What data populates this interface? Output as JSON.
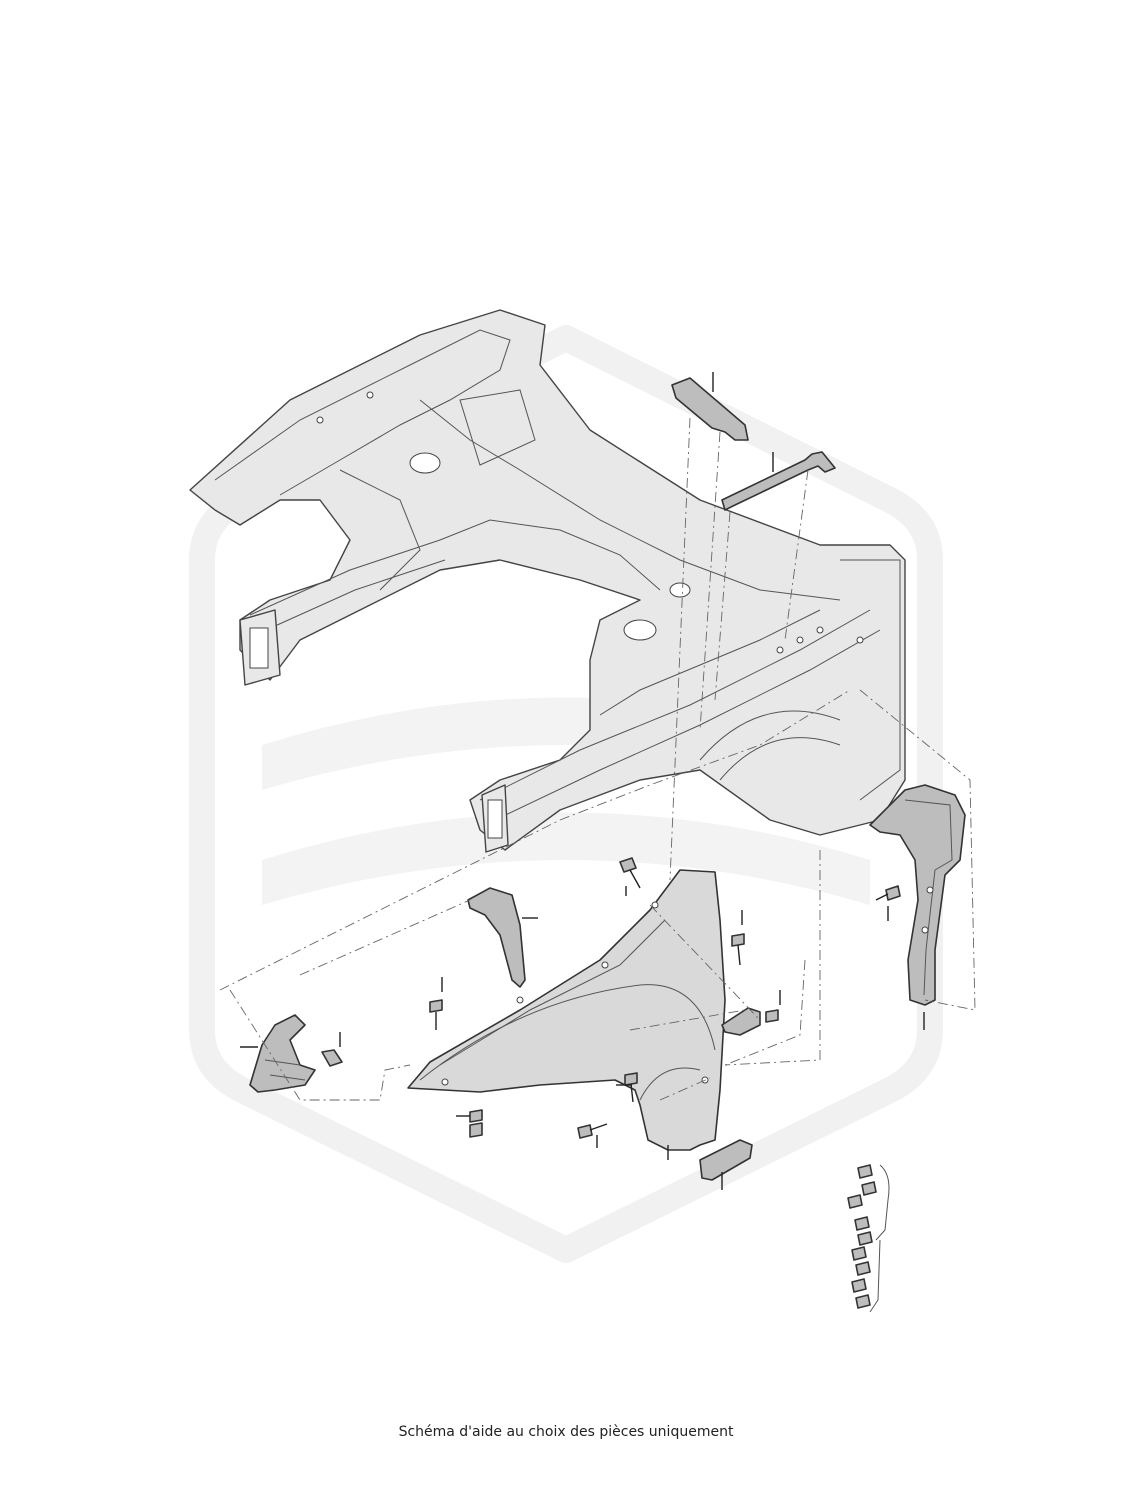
{
  "caption": "Schéma d'aide au choix des pièces uniquement",
  "diagram": {
    "type": "exploded-parts-diagram",
    "icons": [
      "body-shell",
      "front-wing",
      "wheel-arch-liner",
      "brackets",
      "screws",
      "watermark-logo"
    ]
  }
}
